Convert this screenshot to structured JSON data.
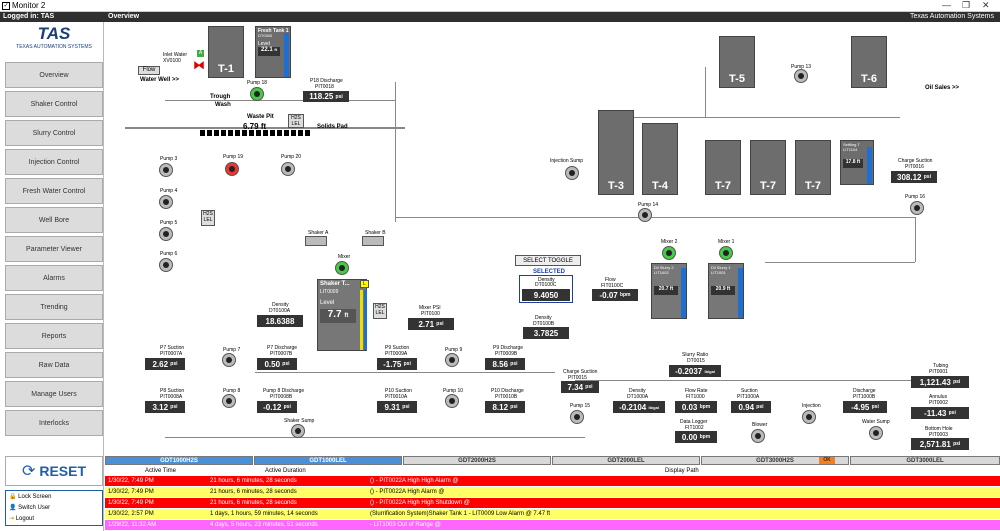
{
  "window": {
    "title": "Monitor 2"
  },
  "header": {
    "logged_in": "Logged in: TAS",
    "overview": "Overview",
    "company": "Texas Automation Systems"
  },
  "logo": {
    "abbr": "TAS",
    "name": "TEXAS AUTOMATION SYSTEMS"
  },
  "nav": [
    "Overview",
    "Shaker Control",
    "Slurry Control",
    "Injection Control",
    "Fresh Water Control",
    "Well Bore",
    "Parameter Viewer",
    "Alarms",
    "Trending",
    "Reports",
    "Raw Data",
    "Manage Users",
    "Interlocks"
  ],
  "reset_label": "RESET",
  "user_menu": [
    "Lock Screen",
    "Switch User",
    "Logout"
  ],
  "overview": {
    "inlet_water": "Inlet Water",
    "inlet_tag": "XV0100",
    "flow_label": "Flow",
    "water_well": "Water Well >>",
    "fresh_tank": {
      "title": "Fresh Tank 1",
      "tag": "DT0300",
      "value": "22.1",
      "unit": "ft",
      "level_label": "Level"
    },
    "pump18": "Pump 18",
    "p18_discharge": {
      "label": "P18 Discharge",
      "tag": "PIT0018",
      "value": "118.25",
      "unit": "psi"
    },
    "trough": "Trough",
    "wash": "Wash",
    "waste_pit": {
      "label": "Waste Pit",
      "value": "6.79",
      "unit": "ft"
    },
    "h2s_lel": "H2S\nLEL",
    "solids_pad": "Solids Pad",
    "tanks": [
      "T-1",
      "T-5",
      "T-6",
      "T-3",
      "T-4",
      "T-7",
      "T-7",
      "T-7"
    ],
    "pump13": "Pump 13",
    "oil_sales": "Oil Sales >>",
    "injection_sump": "Injection Sump",
    "settling": {
      "title": "Settling T",
      "tag": "LIT1104",
      "level": "17.8",
      "unit": "ft"
    },
    "charge_suction": {
      "label": "Charge Suction",
      "tag": "PIT0016",
      "value": "308.12",
      "unit": "psi"
    },
    "pump16": "Pump 16",
    "pump14": "Pump 14",
    "pumps_left": [
      "Pump 3",
      "Pump 4",
      "Pump 5",
      "Pump 6"
    ],
    "pump19": "Pump 19",
    "pump20": "Pump 20",
    "shaker_a": "Shaker A",
    "shaker_b": "Shaker B",
    "mixer": "Mixer",
    "density_main": {
      "label": "Density",
      "tag": "DT0100A",
      "value": "18.6388"
    },
    "shaker_tank": {
      "title": "Shaker T...",
      "tag": "LIT0009",
      "level_label": "Level",
      "value": "7.7",
      "unit": "ft"
    },
    "mixer_psi": {
      "label": "Mixer PSI",
      "tag": "PIT0100",
      "value": "2.71",
      "unit": "psi"
    },
    "select_toggle": "SELECT TOGGLE",
    "selected": "SELECTED",
    "density_sel": {
      "label": "Density",
      "tag": "DT0100C",
      "value": "9.4050"
    },
    "flow_sel": {
      "label": "Flow",
      "tag": "FIT0100C",
      "value": "-0.07",
      "unit": "bpm"
    },
    "density_2": {
      "label": "Density",
      "tag": "DT0100B",
      "value": "3.7825"
    },
    "mixer2": "Mixer 2",
    "mixer1": "Mixer 1",
    "slurry2": {
      "title": "Dil Slurry 2",
      "tag": "LIT1002",
      "level": "20.7",
      "unit": "ft"
    },
    "slurry1": {
      "title": "Dil Slurry 1",
      "tag": "LIT1001",
      "level": "20.9",
      "unit": "ft"
    },
    "slurry_ratio": {
      "label": "Slurry Ratio",
      "tag": "DT0015",
      "value": "-0.2037",
      "unit": "lb/gal"
    },
    "p7_suction": {
      "label": "P7 Suction",
      "tag": "PIT0007A",
      "value": "2.62",
      "unit": "psi"
    },
    "p7_discharge": {
      "label": "P7 Discharge",
      "tag": "PIT0007B",
      "value": "0.50",
      "unit": "psi"
    },
    "p8_suction": {
      "label": "P8 Suction",
      "tag": "PIT0008A",
      "value": "3.12",
      "unit": "psi"
    },
    "pump8_discharge": {
      "label": "Pump 8 Discharge",
      "tag": "PIT0008B",
      "value": "-0.12",
      "unit": "psi"
    },
    "pump7": "Pump 7",
    "pump8": "Pump 8",
    "shaker_sump": "Shaker Sump",
    "p9_suction": {
      "label": "P9 Suction",
      "tag": "PIT0009A",
      "value": "-1.75",
      "unit": "psi"
    },
    "p9_discharge": {
      "label": "P9 Discharge",
      "tag": "PIT0009B",
      "value": "8.56",
      "unit": "psi"
    },
    "p10_suction": {
      "label": "P10 Suction",
      "tag": "PIT0010A",
      "value": "9.31",
      "unit": "psi"
    },
    "p10_discharge": {
      "label": "P10 Discharge",
      "tag": "PIT0010B",
      "value": "8.12",
      "unit": "psi"
    },
    "pump9": "Pump 9",
    "pump10": "Pump 10",
    "charge_suction2": {
      "label": "Charge Suction",
      "tag": "PIT0015",
      "value": "7.34",
      "unit": "psi"
    },
    "pump15": "Pump 15",
    "density_3": {
      "label": "Density",
      "tag": "DT1000A",
      "value": "-0.2104",
      "unit": "lb/gal"
    },
    "flow_rate": {
      "label": "Flow Rate",
      "tag": "FIT1000",
      "value": "0.03",
      "unit": "bpm"
    },
    "suction": {
      "label": "Suction",
      "tag": "PIT1000A",
      "value": "0.94",
      "unit": "psi"
    },
    "discharge": {
      "label": "Discharge",
      "tag": "PIT1000B",
      "value": "-4.95",
      "unit": "psi"
    },
    "data_logger": {
      "label": "Data Logger",
      "tag": "FIT1002",
      "value": "0.00",
      "unit": "bpm"
    },
    "blower": "Blower",
    "injection": "Injection",
    "water_sump": "Water Sump",
    "tubing": {
      "label": "Tubing",
      "tag": "PIT0001",
      "value": "1,121.43",
      "unit": "psi"
    },
    "annulus": {
      "label": "Annulus",
      "tag": "PIT0002",
      "value": "-11.43",
      "unit": "psi"
    },
    "bottom_hole": {
      "label": "Bottom Hole",
      "tag": "PIT0003",
      "value": "2,571.81",
      "unit": "psi"
    }
  },
  "alarm_tabs": [
    {
      "label": "GDT1000H2S",
      "color": "#4a90d9"
    },
    {
      "label": "GDT1000LEL",
      "color": "#4a90d9"
    },
    {
      "label": "GDT2000H2S",
      "color": "#d8d8d8"
    },
    {
      "label": "GDT2000LEL",
      "color": "#d8d8d8"
    },
    {
      "label": "GDT3000H2S",
      "color": "#d8d8d8"
    },
    {
      "label": "GDT3000LEL",
      "color": "#d8d8d8"
    }
  ],
  "alarm_badge": "OK",
  "alarm_headers": {
    "time": "Active Time",
    "duration": "Active Duration",
    "path": "Display Path"
  },
  "alarms": [
    {
      "time": "1/30/22, 7:49 PM",
      "duration": "21 hours, 6 minutes, 28 seconds",
      "path": "() - PIT0022A High High Alarm @",
      "color": "#ff0000",
      "text": "#ffffff"
    },
    {
      "time": "1/30/22, 7:49 PM",
      "duration": "21 hours, 6 minutes, 28 seconds",
      "path": "() - PIT0022A High Alarm @",
      "color": "#ffff66",
      "text": "#000000"
    },
    {
      "time": "1/30/22, 7:49 PM",
      "duration": "21 hours, 6 minutes, 28 seconds",
      "path": "() - PIT0022A High High Shutdown @",
      "color": "#ff0000",
      "text": "#ffffff"
    },
    {
      "time": "1/30/22, 2:57 PM",
      "duration": "1 days, 1 hours, 59 minutes, 14 seconds",
      "path": "(Slurrification System)Shaker Tank 1 - LIT0009 Low Alarm @ 7.47 ft",
      "color": "#ffff66",
      "text": "#000000"
    },
    {
      "time": "1/29/22, 11:32 AM",
      "duration": "4 days, 5 hours, 23 minutes, 51 seconds",
      "path": "- LIT1003 Out of Range @",
      "color": "#ff66ff",
      "text": "#ffffff"
    }
  ]
}
